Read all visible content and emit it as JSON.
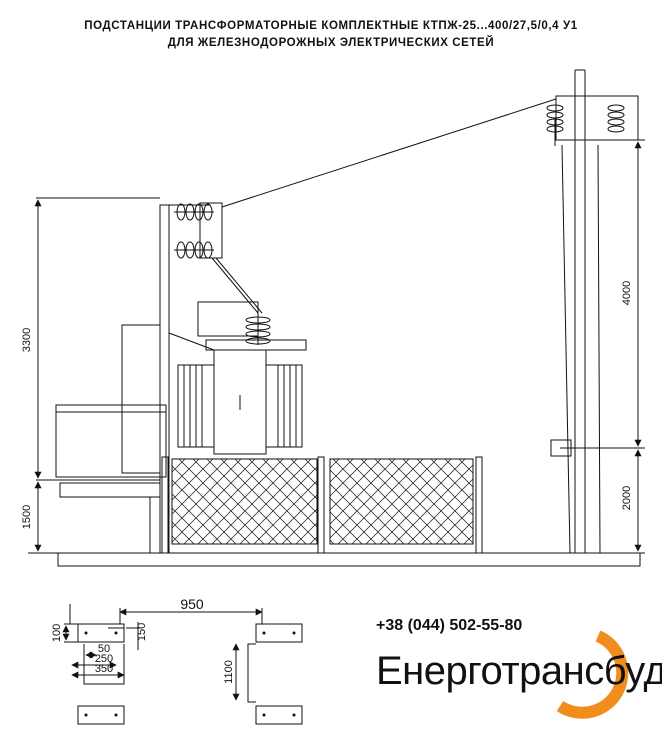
{
  "header": {
    "line1": "ПОДСТАНЦИИ ТРАНСФОРМАТОРНЫЕ КОМПЛЕКТНЫЕ КТПЖ-25...400/27,5/0,4 У1",
    "line2": "ДЛЯ ЖЕЛЕЗНОДОРОЖНЫХ ЭЛЕКТРИЧЕСКИХ СЕТЕЙ"
  },
  "dimensions": {
    "left_upper": "3300",
    "left_lower": "1500",
    "right_upper": "4000",
    "right_lower": "2000",
    "foundation_span": "950",
    "height_100": "100",
    "width_150": "150",
    "width_50": "50",
    "width_250": "250",
    "width_350": "350",
    "height_1100": "1100"
  },
  "contact": {
    "phone": "+38 (044) 502-55-80",
    "company": "Енерготрансбуд"
  },
  "colors": {
    "line": "#111111",
    "logo_orange": "#f28c1c"
  }
}
